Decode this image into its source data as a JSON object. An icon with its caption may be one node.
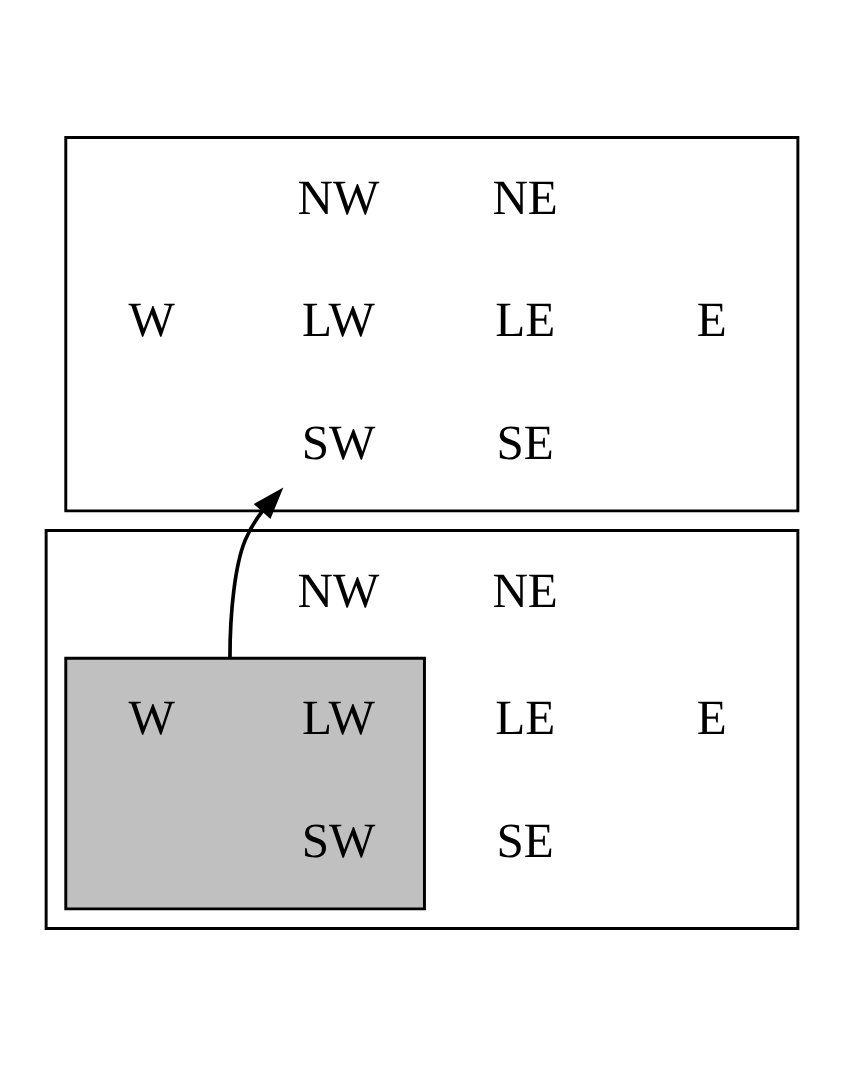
{
  "diagram": {
    "nodes": [
      {
        "text": [],
        "shape": "box"
      },
      {
        "text": [
          "NW"
        ],
        "in": 0
      },
      {
        "text": [
          "NE"
        ],
        "in": 0
      },
      {
        "text": [
          "W"
        ],
        "in": 0
      },
      {
        "text": [
          "LW"
        ],
        "in": 0
      },
      {
        "text": [
          "LE"
        ],
        "in": 0
      },
      {
        "text": [
          "E"
        ],
        "in": 0
      },
      {
        "text": [
          "SW"
        ],
        "in": 0
      },
      {
        "text": [
          "SE"
        ],
        "in": 0
      },
      {
        "text": [],
        "shape": "box"
      },
      {
        "text": [
          "NW"
        ],
        "in": 9
      },
      {
        "text": [
          "NE"
        ],
        "in": 9
      },
      {
        "text": [],
        "shape": "box",
        "in": 9
      },
      {
        "text": [
          "W"
        ],
        "in": 12
      },
      {
        "text": [
          "LW"
        ],
        "in": 12
      },
      {
        "text": [
          "LE"
        ],
        "in": 9
      },
      {
        "text": [
          "E"
        ],
        "in": 9
      },
      {
        "text": [
          "SW"
        ],
        "in": 12
      },
      {
        "text": [
          "SE"
        ],
        "in": 9
      }
    ],
    "edges": [
      {
        "from": 12,
        "to": 7,
        "arrow": "to"
      }
    ]
  }
}
